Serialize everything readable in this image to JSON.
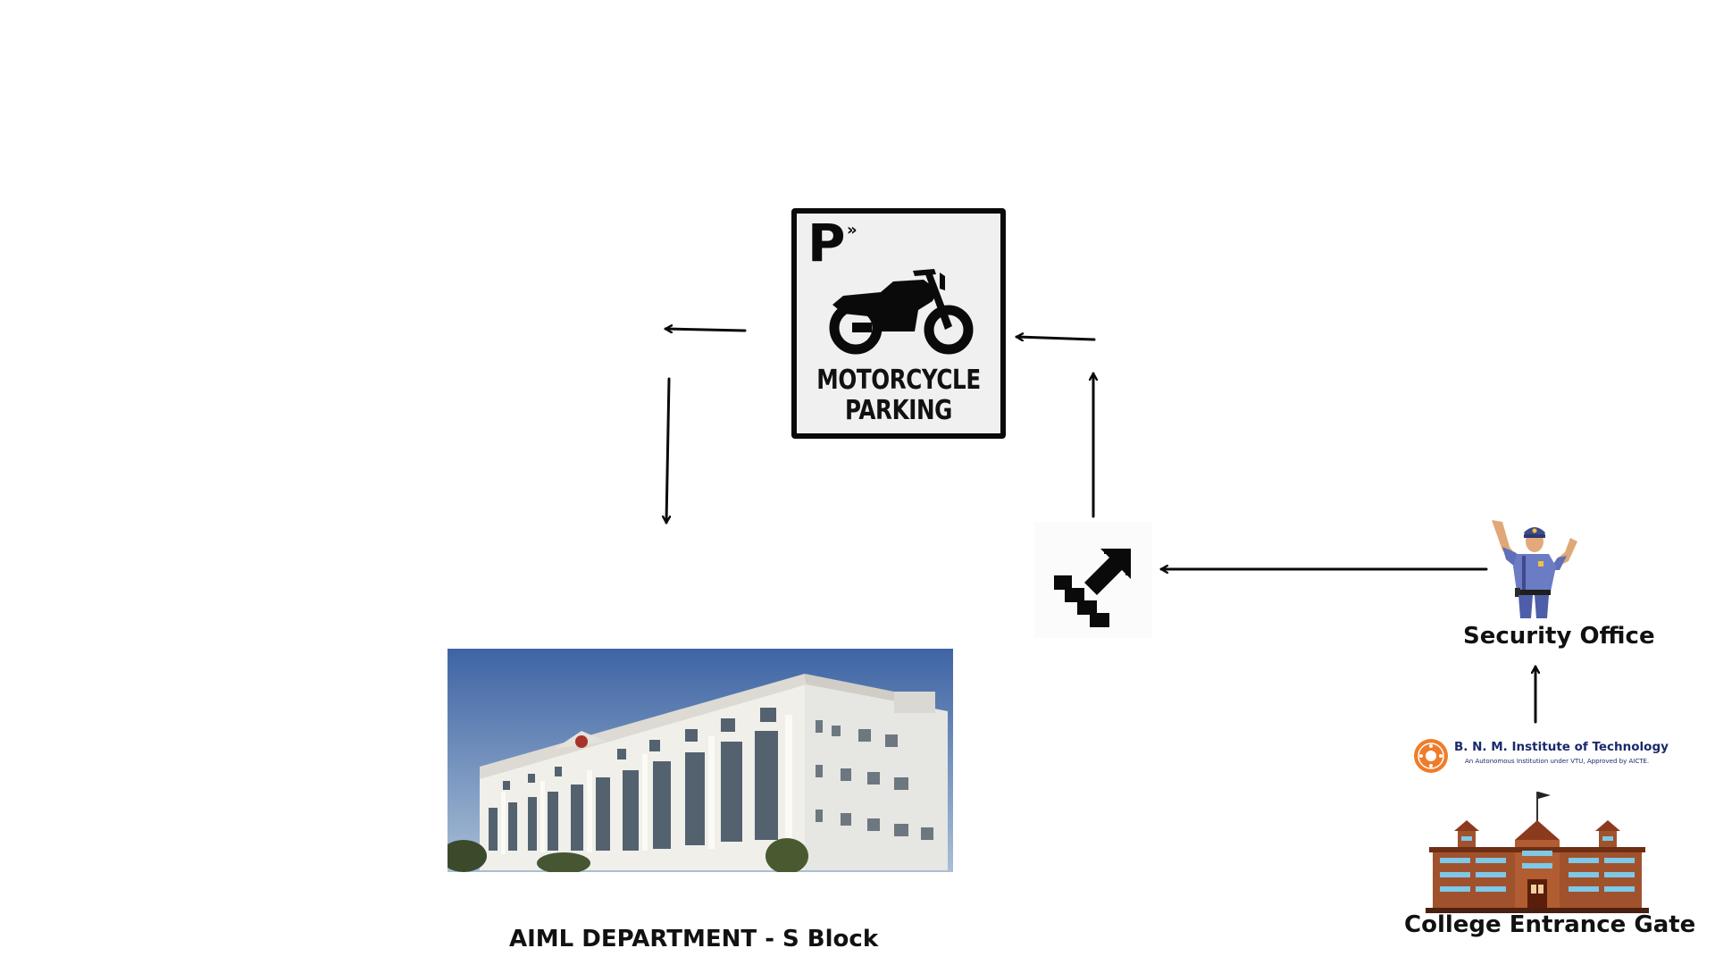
{
  "parking_sign": {
    "letter": "P",
    "chevrons": "»",
    "line1": "MOTORCYCLE",
    "line2": "PARKING",
    "icon": "motorcycle-icon"
  },
  "stairs": {
    "icon": "stairs-up-icon"
  },
  "aiml": {
    "caption": "AIML DEPARTMENT - S Block"
  },
  "security": {
    "caption": "Security Office",
    "icon": "security-guard-icon"
  },
  "college": {
    "name": "B. N. M. Institute of Technology",
    "subtitle": "An Autonomous Institution under VTU, Approved by AICTE.",
    "caption": "College Entrance Gate",
    "icon": "college-building-icon"
  },
  "colors": {
    "arrow": "#0a0a0a",
    "logo_text": "#1b2a6b",
    "logo_seal": "#f07c2a",
    "brick": "#a0522d"
  }
}
